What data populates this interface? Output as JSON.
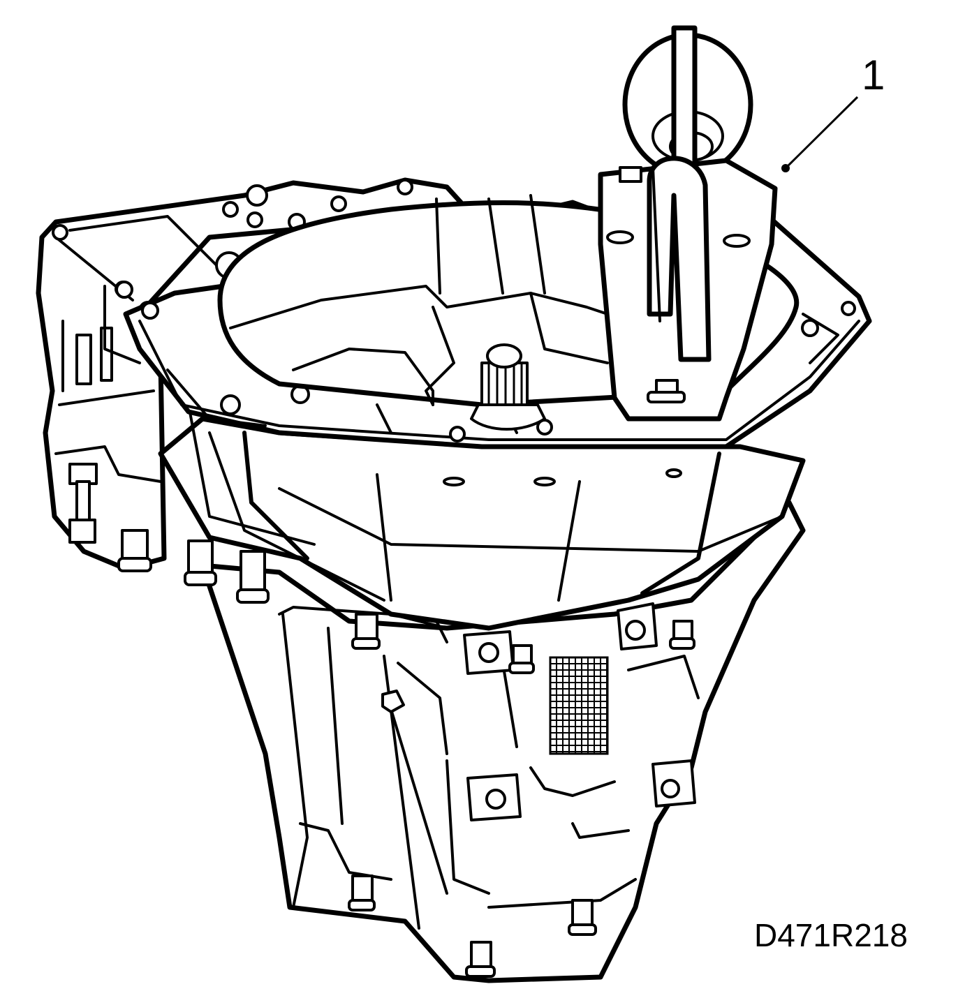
{
  "figure": {
    "code": "D471R218",
    "callouts": [
      {
        "number": "1",
        "target": "lifting-bracket"
      }
    ]
  },
  "colors": {
    "line": "#000000",
    "background": "#ffffff"
  }
}
